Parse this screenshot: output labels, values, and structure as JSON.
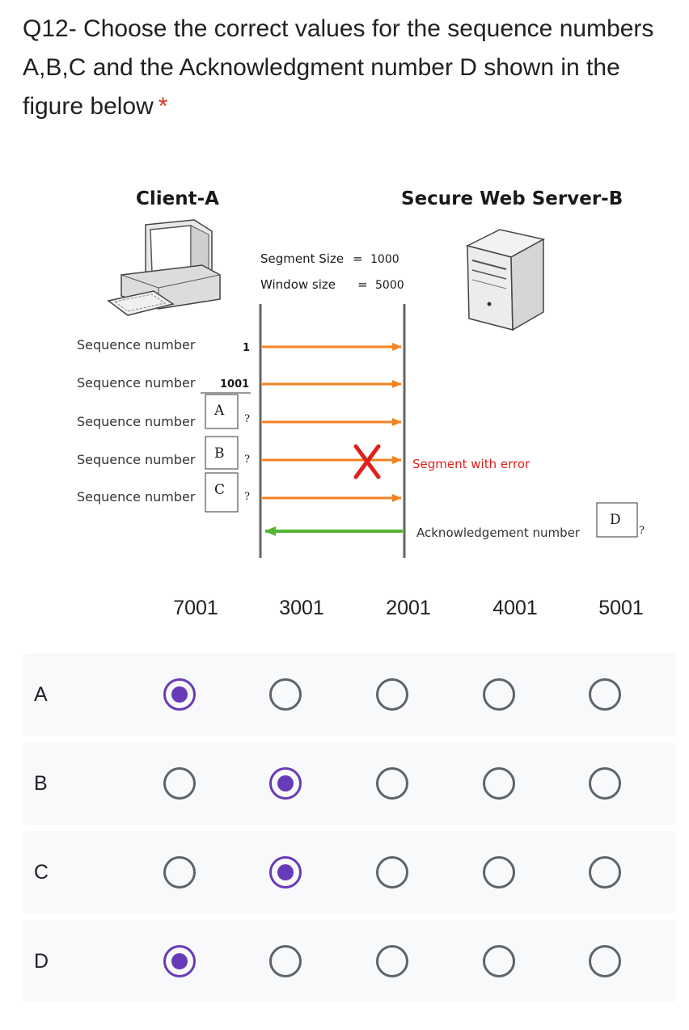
{
  "question": {
    "text": "Q12- Choose the correct values for the sequence numbers A,B,C and the Acknowledgment number D shown in the figure below",
    "required_marker": "*"
  },
  "figure": {
    "client_title": "Client-A",
    "server_title": "Secure Web Server-B",
    "segment_size_label": "Segment Size",
    "segment_size_value": "1000",
    "window_size_label": "Window size",
    "window_size_value": "5000",
    "sequence_label": "Sequence number",
    "seq_values": [
      "1",
      "1001"
    ],
    "box_labels": [
      "A",
      "B",
      "C",
      "D"
    ],
    "unknown_mark": "?",
    "error_label": "Segment with error",
    "ack_label": "Acknowledgement number",
    "colors": {
      "data_arrow": "#f58220",
      "ack_arrow": "#55b535",
      "error": "#e0201b"
    },
    "icons": [
      "desktop-computer-icon",
      "server-tower-icon",
      "error-x-icon"
    ]
  },
  "grid": {
    "columns": [
      "7001",
      "3001",
      "2001",
      "4001",
      "5001"
    ],
    "rows": [
      {
        "label": "A",
        "selected": "7001"
      },
      {
        "label": "B",
        "selected": "3001"
      },
      {
        "label": "C",
        "selected": "3001"
      },
      {
        "label": "D",
        "selected": "7001"
      }
    ],
    "accent_color": "#673ab7"
  }
}
